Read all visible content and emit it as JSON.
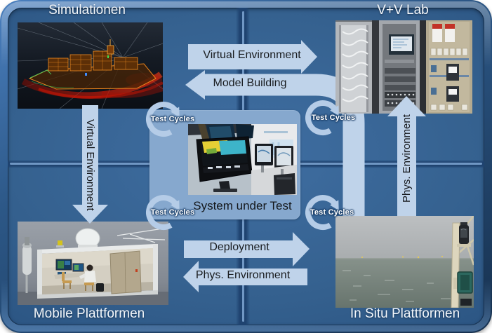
{
  "diagram": {
    "quadrants": [
      {
        "id": "simulations",
        "title": "Simulationen",
        "image": "ship-simulation-render"
      },
      {
        "id": "vv-lab",
        "title": "V+V Lab",
        "image": "verification-lab-racks-photo"
      },
      {
        "id": "mobile-platforms",
        "title": "Mobile Plattformen",
        "image": "mobile-container-lab-photo"
      },
      {
        "id": "in-situ-platforms",
        "title": "In Situ Plattformen",
        "image": "offshore-sea-mast-photo"
      }
    ],
    "center": {
      "label": "System under Test",
      "image": "bridge-console-photo"
    },
    "arrows": [
      {
        "id": "virtual-environment-top",
        "label": "Virtual Environment",
        "direction": "right"
      },
      {
        "id": "model-building",
        "label": "Model Building",
        "direction": "left"
      },
      {
        "id": "virtual-environment-left",
        "label": "Virtual Environment",
        "direction": "down"
      },
      {
        "id": "phys-environment-right",
        "label": "Phys. Environment",
        "direction": "up"
      },
      {
        "id": "deployment",
        "label": "Deployment",
        "direction": "right"
      },
      {
        "id": "phys-environment-bottom",
        "label": "Phys. Environment",
        "direction": "left"
      }
    ],
    "test_cycles": {
      "label": "Test Cycles",
      "count": 4
    },
    "colors": {
      "frame_navy": "#1d3f68",
      "board_blue": "#35618f",
      "center_panel_blue": "#86a8ce",
      "arrow_light_blue": "#bfd3ea",
      "divider_line_blue": "#7fa6d2",
      "label_text": "#1a1a1a",
      "title_text": "#f3f7fb"
    }
  }
}
